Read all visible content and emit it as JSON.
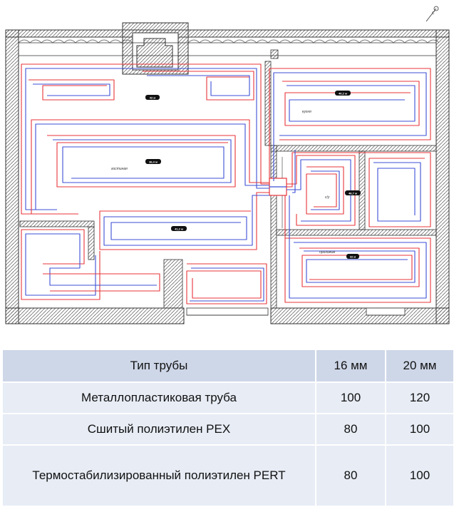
{
  "plan": {
    "compass": "С",
    "rooms": {
      "kitchen": "кухня",
      "living": "гостиная",
      "bathroom": "с/у",
      "hallway": "прихожая"
    },
    "loop_tags": {
      "loop1": "42 м",
      "loop2": "40,2 м",
      "loop3": "36,4 м",
      "loop4": "41,2 м",
      "loop5": "46,7 м",
      "loop6": "32 м"
    }
  },
  "table": {
    "header": {
      "type": "Тип трубы",
      "d16": "16 мм",
      "d20": "20 мм"
    },
    "rows": [
      {
        "type": "Металлопластиковая труба",
        "d16": "100",
        "d20": "120"
      },
      {
        "type": "Сшитый полиэтилен PEX",
        "d16": "80",
        "d20": "100"
      },
      {
        "type": "Термостабилизированный полиэтилен PERT",
        "d16": "80",
        "d20": "100"
      }
    ]
  },
  "colors": {
    "supply_pipe": "#e8343a",
    "return_pipe": "#3d4fd6",
    "wall_line": "#333333",
    "table_header_bg": "#ced7e8",
    "table_row_bg": "#e7ecf5"
  }
}
